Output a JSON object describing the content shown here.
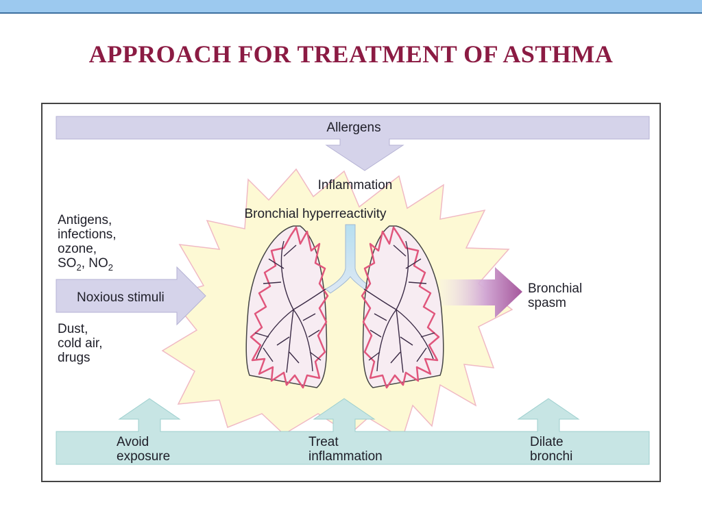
{
  "slide": {
    "title": "APPROACH FOR TREATMENT OF ASTHMA"
  },
  "diagram": {
    "allergens": "Allergens",
    "inflammation": "Inflammation",
    "hyperreactivity": "Bronchial hyperreactivity",
    "triggers_top": [
      "Antigens,",
      "infections,",
      "ozone,"
    ],
    "triggers_gas": {
      "so": "SO",
      "so_sub": "2",
      "sep": ", NO",
      "no_sub": "2"
    },
    "noxious": "Noxious stimuli",
    "triggers_bottom": [
      "Dust,",
      "cold air,",
      "drugs"
    ],
    "outcome": [
      "Bronchial",
      "spasm"
    ],
    "treatments": [
      {
        "line1": "Avoid",
        "line2": "exposure"
      },
      {
        "line1": "Treat",
        "line2": "inflammation"
      },
      {
        "line1": "Dilate",
        "line2": "bronchi"
      }
    ],
    "colors": {
      "purple_band": "#d5d3ea",
      "teal_band": "#c7e5e4",
      "starburst": "#fdf9d4",
      "starburst_edge": "#f0b9c4",
      "inflamed_outline": "#e0567c",
      "spasm_arrow": "#b06aa9",
      "title": "#8b1b43"
    }
  }
}
